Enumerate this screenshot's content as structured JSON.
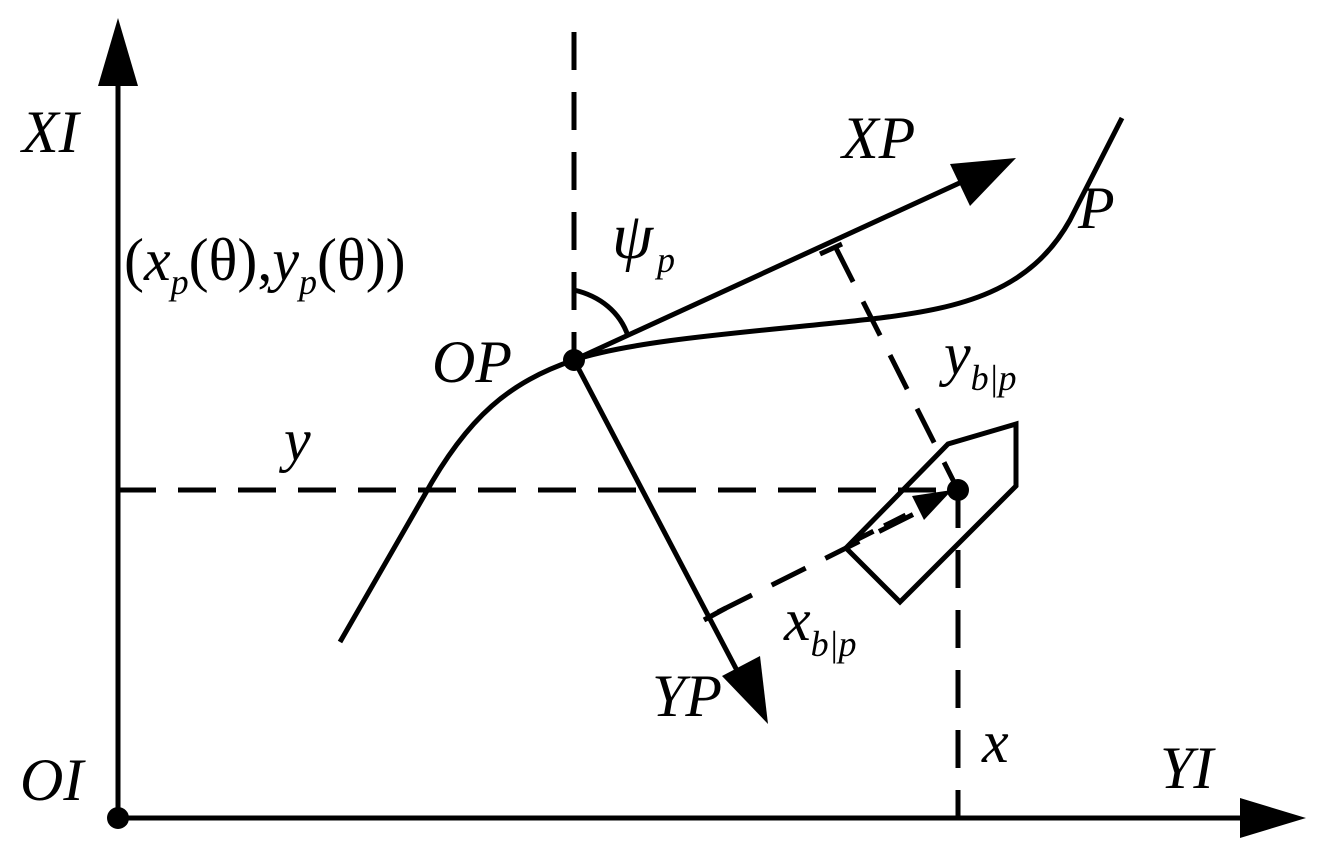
{
  "labels": {
    "inertial_x_axis": "XI",
    "inertial_y_axis": "YI",
    "inertial_origin": "OI",
    "path_x_axis": "XP",
    "path_y_axis": "YP",
    "path_origin": "OP",
    "path_curve": "P",
    "heading_angle": "ψ",
    "heading_angle_sub": "p",
    "point_open": "(",
    "point_x": "x",
    "point_x_sub": "p",
    "point_theta1": "(θ),",
    "point_y": "y",
    "point_y_sub": "p",
    "point_theta2": "(θ))",
    "vessel_x": "x",
    "vessel_y": "y",
    "error_x": "x",
    "error_x_sub": "b|p",
    "error_y": "y",
    "error_y_sub": "b|p"
  },
  "icons": {
    "vessel": "vessel-icon",
    "arrow": "arrow-head-icon"
  },
  "colors": {
    "stroke": "#000000",
    "background": "#ffffff"
  }
}
